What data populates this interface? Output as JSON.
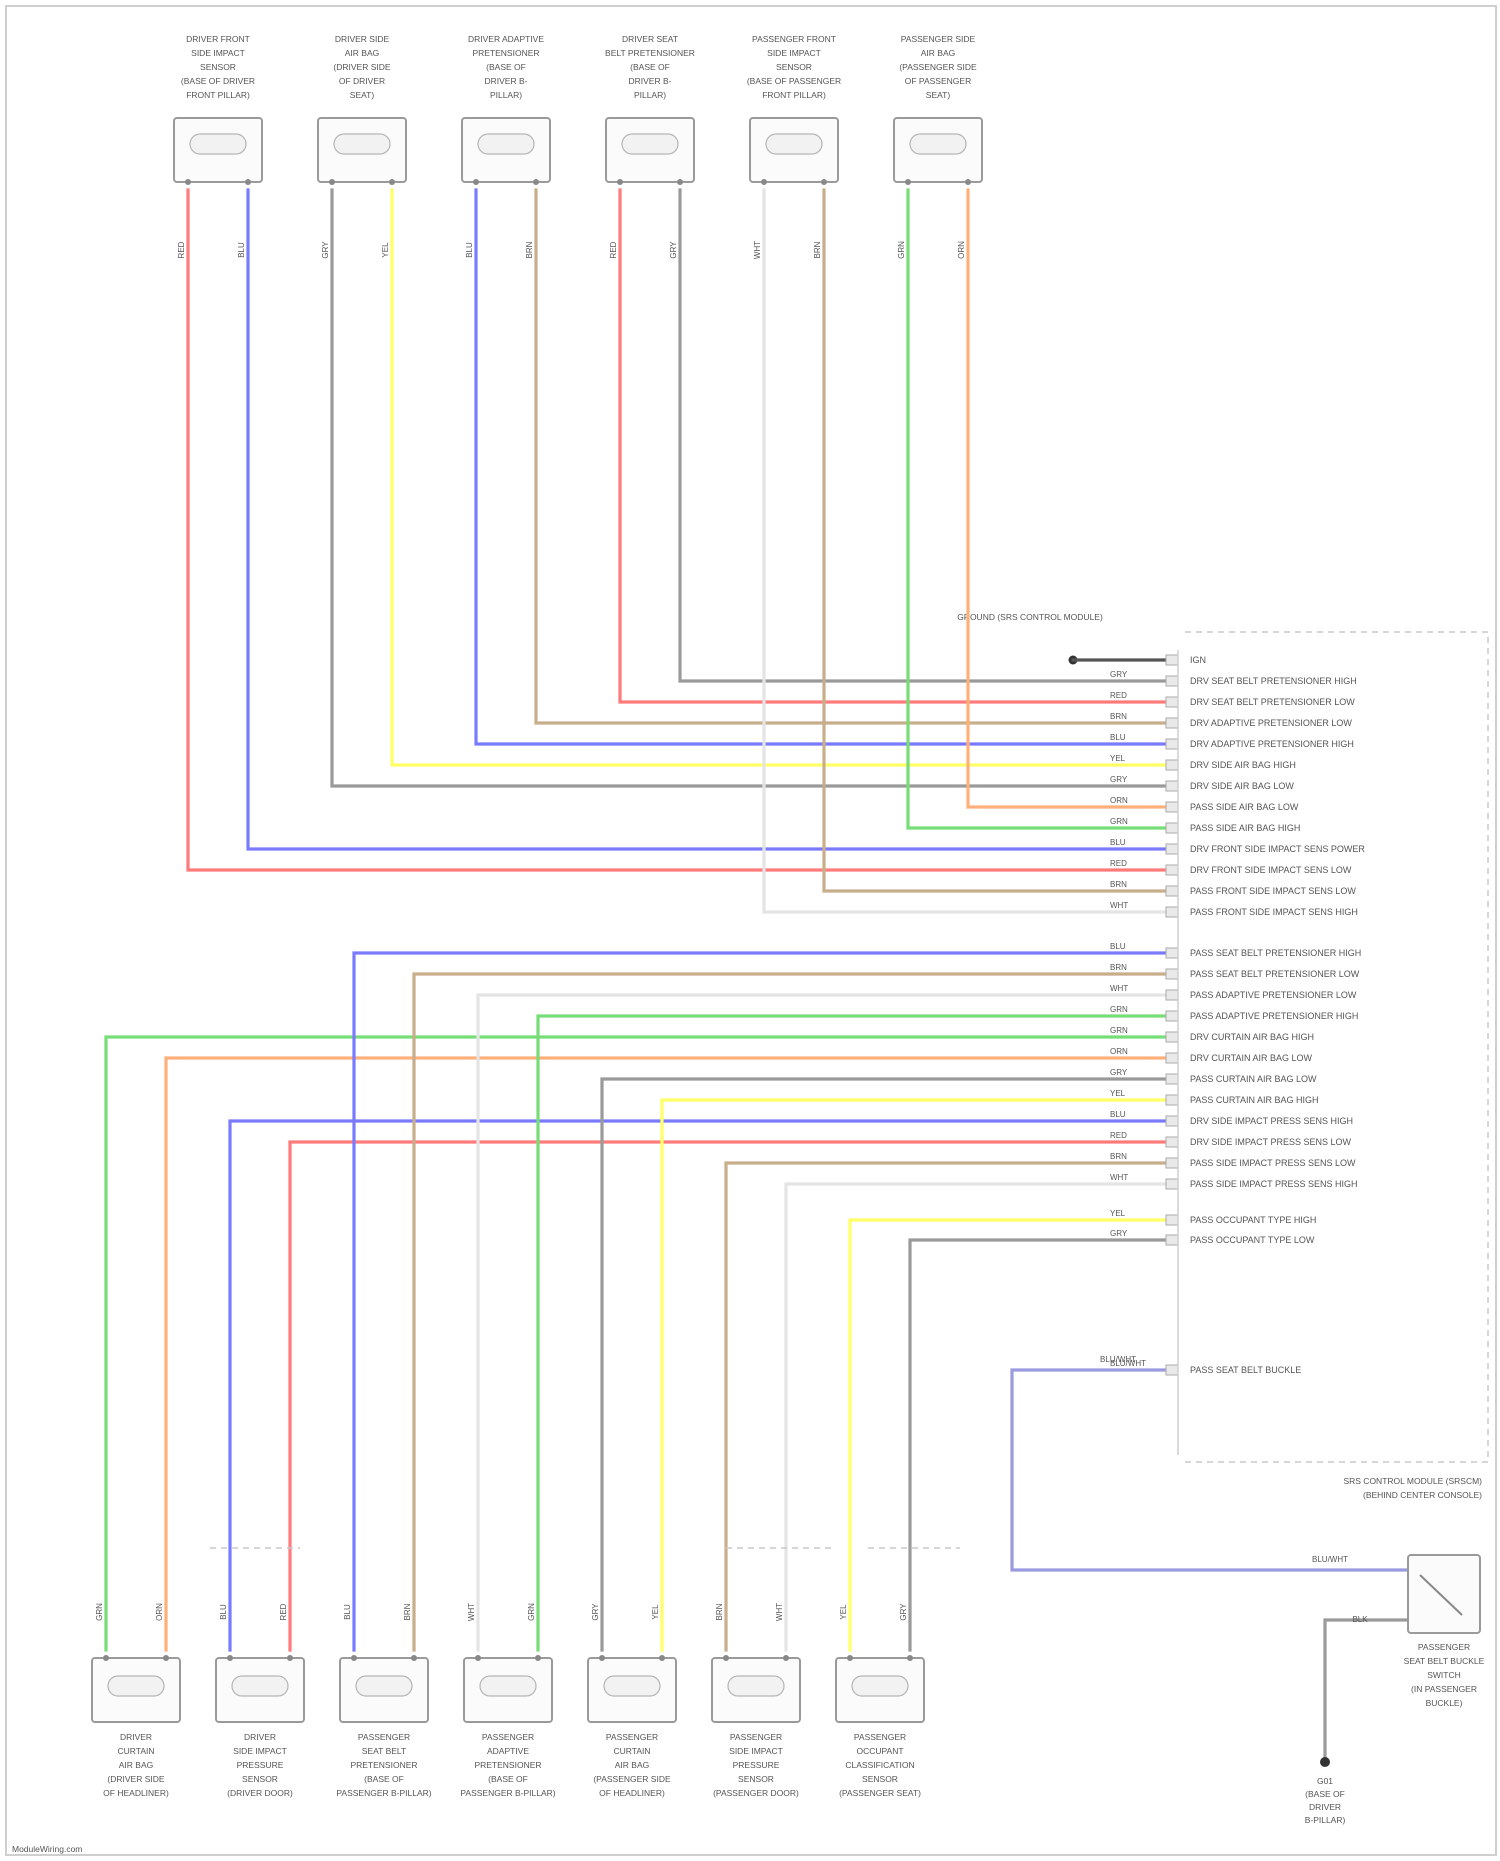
{
  "colors": {
    "red": "#ff7a7a",
    "blue": "#7a7aff",
    "yellow": "#ffff66",
    "green": "#77dd77",
    "orange": "#ffb07a",
    "brown": "#c8ae8a",
    "gray": "#9a9a9a",
    "white": "#e4e4e4",
    "lavender": "#9a9ae0"
  },
  "footer": {
    "source": "ModuleWiring.com"
  },
  "module": {
    "caption_line1": "SRS CONTROL MODULE (SRSCM)",
    "caption_line2": "(BEHIND CENTER CONSOLE)",
    "pins": [
      {
        "label": "IGN",
        "wire": ""
      },
      {
        "label": "DRV SEAT BELT PRETENSIONER HIGH",
        "wire": "GRY"
      },
      {
        "label": "DRV SEAT BELT PRETENSIONER LOW",
        "wire": "RED"
      },
      {
        "label": "DRV ADAPTIVE PRETENSIONER LOW",
        "wire": "BRN"
      },
      {
        "label": "DRV ADAPTIVE PRETENSIONER HIGH",
        "wire": "BLU"
      },
      {
        "label": "DRV SIDE AIR BAG HIGH",
        "wire": "YEL"
      },
      {
        "label": "DRV SIDE AIR BAG LOW",
        "wire": "GRY"
      },
      {
        "label": "PASS SIDE AIR BAG LOW",
        "wire": "ORN"
      },
      {
        "label": "PASS SIDE AIR BAG HIGH",
        "wire": "GRN"
      },
      {
        "label": "DRV FRONT SIDE IMPACT SENS POWER",
        "wire": "BLU"
      },
      {
        "label": "DRV FRONT SIDE IMPACT SENS LOW",
        "wire": "RED"
      },
      {
        "label": "PASS FRONT SIDE IMPACT SENS LOW",
        "wire": "BRN"
      },
      {
        "label": "PASS FRONT SIDE IMPACT SENS HIGH",
        "wire": "WHT"
      },
      {
        "label": "PASS SEAT BELT PRETENSIONER HIGH",
        "wire": "BLU"
      },
      {
        "label": "PASS SEAT BELT PRETENSIONER LOW",
        "wire": "BRN"
      },
      {
        "label": "PASS ADAPTIVE PRETENSIONER LOW",
        "wire": "WHT"
      },
      {
        "label": "PASS ADAPTIVE PRETENSIONER HIGH",
        "wire": "GRN"
      },
      {
        "label": "DRV CURTAIN AIR BAG HIGH",
        "wire": "GRN"
      },
      {
        "label": "DRV CURTAIN AIR BAG LOW",
        "wire": "ORN"
      },
      {
        "label": "PASS CURTAIN AIR BAG LOW",
        "wire": "GRY"
      },
      {
        "label": "PASS CURTAIN AIR BAG HIGH",
        "wire": "YEL"
      },
      {
        "label": "DRV SIDE IMPACT PRESS SENS HIGH",
        "wire": "BLU"
      },
      {
        "label": "DRV SIDE IMPACT PRESS SENS LOW",
        "wire": "RED"
      },
      {
        "label": "PASS SIDE IMPACT PRESS SENS LOW",
        "wire": "BRN"
      },
      {
        "label": "PASS SIDE IMPACT PRESS SENS HIGH",
        "wire": "WHT"
      },
      {
        "label": "PASS OCCUPANT TYPE HIGH",
        "wire": "YEL"
      },
      {
        "label": "PASS OCCUPANT TYPE LOW",
        "wire": "GRY"
      },
      {
        "label": "PASS SEAT BELT BUCKLE",
        "wire": "BLU/WHT"
      }
    ],
    "ground_label": "GROUND (SRS CONTROL MODULE)"
  },
  "top_components": [
    {
      "caption": [
        "DRIVER FRONT",
        "SIDE IMPACT",
        "SENSOR",
        "(BASE OF DRIVER",
        "FRONT PILLAR)"
      ],
      "wires": [
        "RED",
        "BLU"
      ]
    },
    {
      "caption": [
        "DRIVER SIDE",
        "AIR BAG",
        "(DRIVER SIDE",
        "OF DRIVER",
        "SEAT)"
      ],
      "wires": [
        "GRY",
        "YEL"
      ]
    },
    {
      "caption": [
        "DRIVER ADAPTIVE",
        "PRETENSIONER",
        "(BASE OF",
        "DRIVER B-",
        "PILLAR)"
      ],
      "wires": [
        "BLU",
        "BRN"
      ]
    },
    {
      "caption": [
        "DRIVER SEAT",
        "BELT PRETENSIONER",
        "(BASE OF",
        "DRIVER B-",
        "PILLAR)"
      ],
      "wires": [
        "RED",
        "GRY"
      ]
    },
    {
      "caption": [
        "PASSENGER FRONT",
        "SIDE IMPACT",
        "SENSOR",
        "(BASE OF PASSENGER",
        "FRONT PILLAR)"
      ],
      "wires": [
        "WHT",
        "BRN"
      ]
    },
    {
      "caption": [
        "PASSENGER SIDE",
        "AIR BAG",
        "(PASSENGER SIDE",
        "OF PASSENGER",
        "SEAT)"
      ],
      "wires": [
        "GRN",
        "ORN"
      ]
    }
  ],
  "bottom_components": [
    {
      "caption": [
        "DRIVER",
        "CURTAIN",
        "AIR BAG",
        "(DRIVER SIDE",
        "OF HEADLINER)"
      ],
      "wires": [
        "GRN",
        "ORN"
      ]
    },
    {
      "caption": [
        "DRIVER",
        "SIDE IMPACT",
        "PRESSURE",
        "SENSOR",
        "(DRIVER DOOR)"
      ],
      "wires": [
        "BLU",
        "RED"
      ]
    },
    {
      "caption": [
        "PASSENGER",
        "SEAT BELT",
        "PRETENSIONER",
        "(BASE OF",
        "PASSENGER B-PILLAR)"
      ],
      "wires": [
        "BLU",
        "BRN"
      ]
    },
    {
      "caption": [
        "PASSENGER",
        "ADAPTIVE",
        "PRETENSIONER",
        "(BASE OF",
        "PASSENGER B-PILLAR)"
      ],
      "wires": [
        "WHT",
        "GRN"
      ]
    },
    {
      "caption": [
        "PASSENGER",
        "CURTAIN",
        "AIR BAG",
        "(PASSENGER SIDE",
        "OF HEADLINER)"
      ],
      "wires": [
        "GRY",
        "YEL"
      ]
    },
    {
      "caption": [
        "PASSENGER",
        "SIDE IMPACT",
        "PRESSURE",
        "SENSOR",
        "(PASSENGER DOOR)"
      ],
      "wires": [
        "BRN",
        "WHT"
      ]
    },
    {
      "caption": [
        "PASSENGER",
        "OCCUPANT",
        "CLASSIFICATION",
        "SENSOR",
        "(PASSENGER SEAT)"
      ],
      "wires": [
        "YEL",
        "GRY"
      ]
    }
  ],
  "buckle": {
    "caption": [
      "PASSENGER",
      "SEAT BELT BUCKLE",
      "SWITCH",
      "(IN PASSENGER",
      "BUCKLE)"
    ],
    "wire_top": "BLU/WHT",
    "wire_bottom": "BLK"
  },
  "ground": {
    "caption": [
      "G01",
      "(BASE OF",
      "DRIVER",
      "B-PILLAR)"
    ]
  }
}
